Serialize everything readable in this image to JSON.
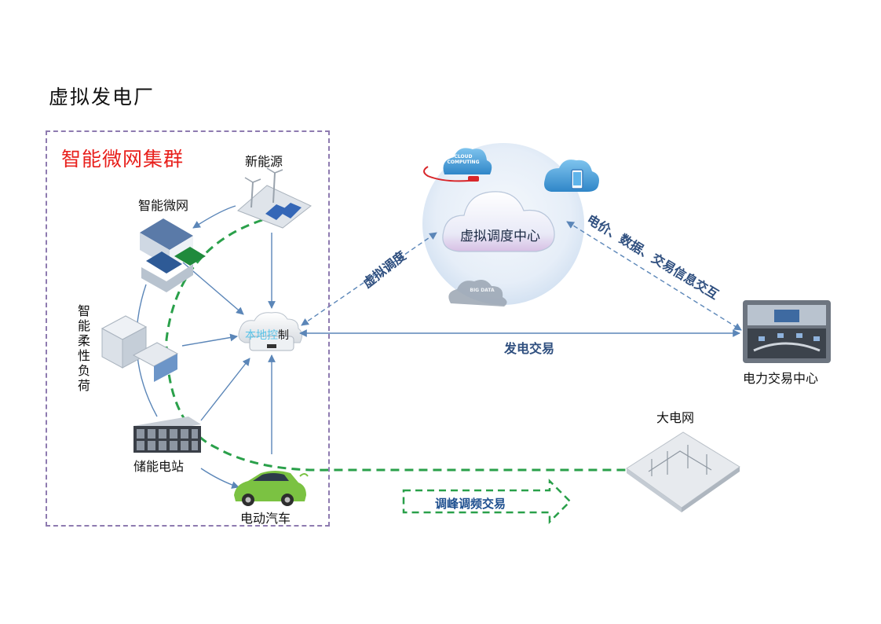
{
  "title": "虚拟发电厂",
  "cluster": {
    "title": "智能微网集群",
    "nodes": {
      "new_energy": "新能源",
      "smart_microgrid": "智能微网",
      "flexible_load": "智能柔性负荷",
      "storage": "储能电站",
      "ev": "电动汽车"
    },
    "local_control": {
      "highlight": "本地控",
      "rest": "制"
    }
  },
  "vpp_center": {
    "label": "虚拟调度中心",
    "cloud_tags": [
      "CLOUD COMPUTING",
      "BIG DATA"
    ]
  },
  "trading_center": {
    "label": "电力交易中心"
  },
  "grid": {
    "label": "大电网"
  },
  "edges": {
    "virtual_dispatch": "虚拟调度",
    "price_data": "电价、数据、交易信息交互",
    "power_trading": "发电交易",
    "peak_trading": "调峰调频交易"
  },
  "colors": {
    "cluster_border": "#8e7bb0",
    "cluster_title": "#e8201c",
    "arrow_blue": "#5b86b8",
    "dash_green": "#2aa04a",
    "label_blue": "#2f4f7f"
  }
}
